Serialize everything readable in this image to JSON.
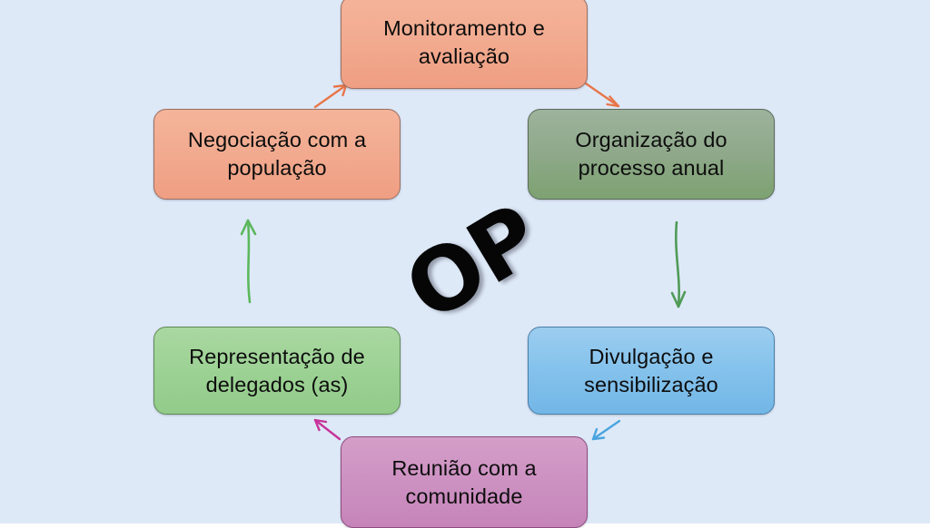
{
  "diagram": {
    "title": "OP",
    "background_color": "#dee9f8",
    "center_label": "OP",
    "nodes": [
      {
        "id": "monitoramento",
        "label": "Monitoramento e\navaliação",
        "color": "#f2ab90",
        "position": "top"
      },
      {
        "id": "organizacao",
        "label": "Organização do\nprocesso anual",
        "color": "#90a98c",
        "position": "top-right"
      },
      {
        "id": "divulgacao",
        "label": "Divulgação e\nsensibilização",
        "color": "#86c3ec",
        "position": "bottom-right"
      },
      {
        "id": "reuniao",
        "label": "Reunião com a\ncomunidade",
        "color": "#cd92c2",
        "position": "bottom"
      },
      {
        "id": "representacao",
        "label": "Representação de\ndelegados (as)",
        "color": "#9ed296",
        "position": "bottom-left"
      },
      {
        "id": "negociacao",
        "label": "Negociação com a\npopulação",
        "color": "#f2ab90",
        "position": "top-left"
      }
    ],
    "arrows": [
      {
        "from": "monitoramento",
        "to": "organizacao",
        "color": "#e8764a",
        "direction": "down-right"
      },
      {
        "from": "organizacao",
        "to": "divulgacao",
        "color": "#4f9b57",
        "direction": "down"
      },
      {
        "from": "divulgacao",
        "to": "reuniao",
        "color": "#4aa4de",
        "direction": "down-left"
      },
      {
        "from": "reuniao",
        "to": "representacao",
        "color": "#c6349a",
        "direction": "up-left"
      },
      {
        "from": "representacao",
        "to": "negociacao",
        "color": "#5cb85c",
        "direction": "up"
      },
      {
        "from": "negociacao",
        "to": "monitoramento",
        "color": "#e8764a",
        "direction": "up-right"
      }
    ]
  }
}
